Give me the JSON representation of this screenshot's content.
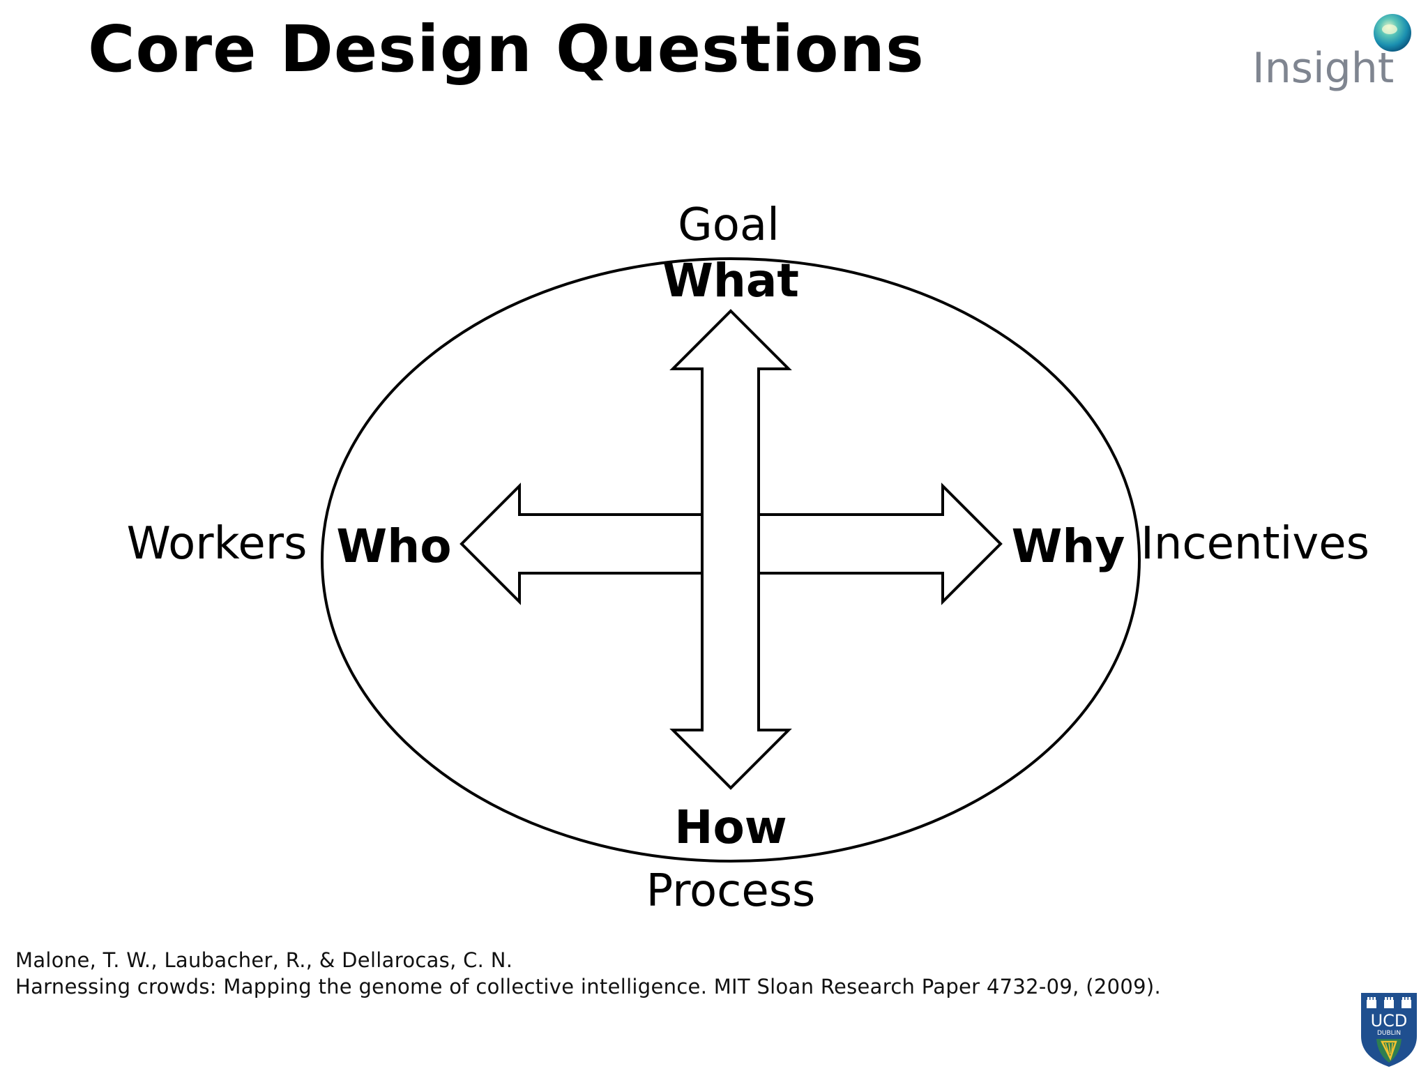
{
  "slide": {
    "title": "Core Design Questions"
  },
  "logos": {
    "insight": {
      "text": "Insight",
      "color": "#7f8590",
      "accent": "#1aa6b7"
    },
    "ucd": {
      "text": "UCD",
      "subtext": "DUBLIN",
      "color": "#1f4f8f",
      "accent": "#f2c230"
    }
  },
  "diagram": {
    "top": {
      "outer": "Goal",
      "inner": "What"
    },
    "bottom": {
      "outer": "Process",
      "inner": "How"
    },
    "left": {
      "outer": "Workers",
      "inner": "Who"
    },
    "right": {
      "outer": "Incentives",
      "inner": "Why"
    }
  },
  "citation": {
    "line1": "Malone, T. W., Laubacher, R., & Dellarocas, C. N.",
    "line2": "Harnessing crowds: Mapping the genome of collective intelligence. MIT Sloan Research Paper 4732-09, (2009)."
  }
}
